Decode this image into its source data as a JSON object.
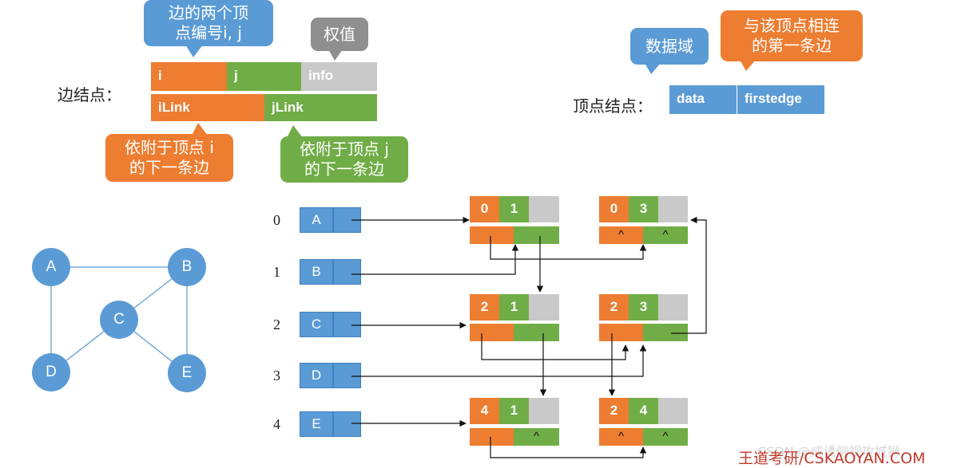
{
  "edge_node": {
    "label": "边结点：",
    "fields": [
      "i",
      "j",
      "info"
    ],
    "links": [
      "iLink",
      "jLink"
    ],
    "callouts": {
      "ij": "边的两个顶\n点编号i, j",
      "weight": "权值",
      "ilink": "依附于顶点 i\n的下一条边",
      "jlink": "依附于顶点 j\n的下一条边"
    }
  },
  "vertex_node": {
    "label": "顶点结点：",
    "fields": [
      "data",
      "firstedge"
    ],
    "callouts": {
      "data": "数据域",
      "firstedge": "与该顶点相连\n的第一条边"
    }
  },
  "graph": {
    "nodes": [
      "A",
      "B",
      "C",
      "D",
      "E"
    ],
    "edges": [
      [
        "A",
        "B"
      ],
      [
        "A",
        "D"
      ],
      [
        "B",
        "C"
      ],
      [
        "B",
        "E"
      ],
      [
        "C",
        "D"
      ],
      [
        "C",
        "E"
      ]
    ]
  },
  "multilist": {
    "vertices": [
      {
        "index": "0",
        "data": "A"
      },
      {
        "index": "1",
        "data": "B"
      },
      {
        "index": "2",
        "data": "C"
      },
      {
        "index": "3",
        "data": "D"
      },
      {
        "index": "4",
        "data": "E"
      }
    ],
    "edges": [
      {
        "id": "e01",
        "i": "0",
        "j": "1",
        "ilink_null": false,
        "jlink_null": false
      },
      {
        "id": "e03",
        "i": "0",
        "j": "3",
        "ilink_null": true,
        "jlink_null": true
      },
      {
        "id": "e21",
        "i": "2",
        "j": "1",
        "ilink_null": false,
        "jlink_null": false
      },
      {
        "id": "e23",
        "i": "2",
        "j": "3",
        "ilink_null": false,
        "jlink_null": false
      },
      {
        "id": "e41",
        "i": "4",
        "j": "1",
        "ilink_null": false,
        "jlink_null": true
      },
      {
        "id": "e24",
        "i": "2",
        "j": "4",
        "ilink_null": true,
        "jlink_null": true
      }
    ],
    "null_symbol": "^"
  },
  "watermark": "王道考研/CSKAOYAN.COM",
  "watermark_faint": "CSDN @成诱侧视攻城狮",
  "colors": {
    "orange": "#ED7D31",
    "green": "#70AD47",
    "gray": "#C9C9C9",
    "blue": "#5B9BD5",
    "arrow": "#111111",
    "graph_edge": "#5B9BD5"
  }
}
